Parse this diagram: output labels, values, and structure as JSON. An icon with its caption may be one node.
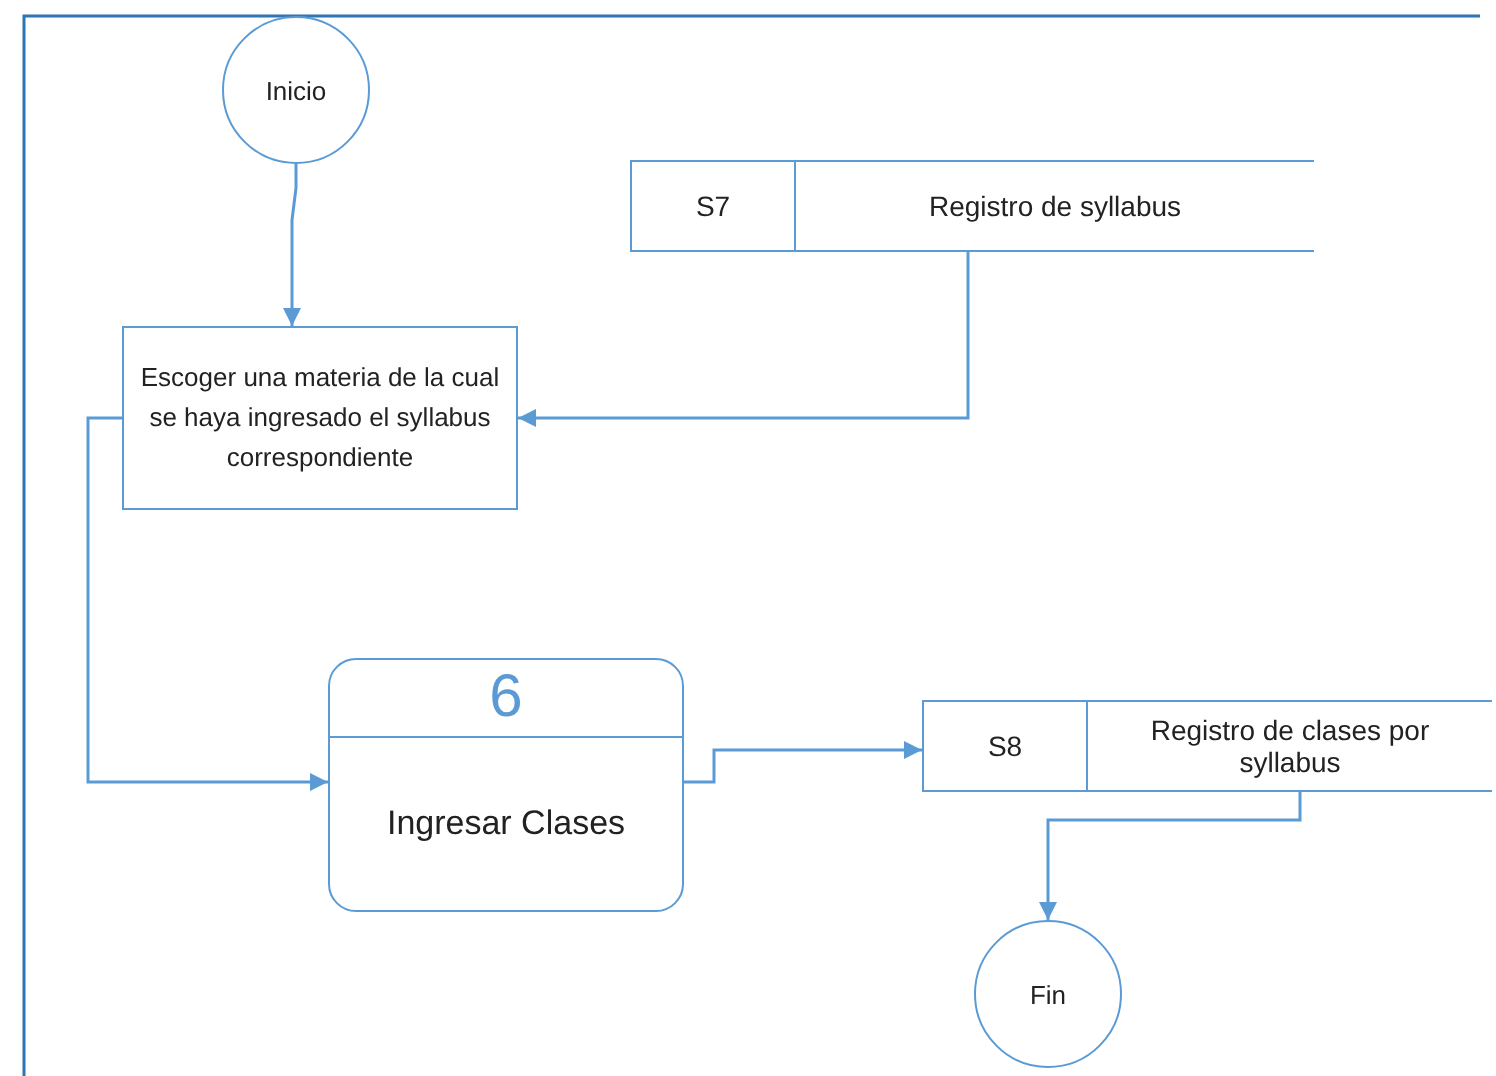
{
  "diagram": {
    "nodes": [
      {
        "text": [
          "Inicio"
        ]
      },
      {
        "text": [
          "S7",
          "Registro de syllabus"
        ]
      },
      {
        "text": [
          "Escoger una materia de la cual se haya ingresado el syllabus correspondiente"
        ]
      },
      {
        "text": [
          "6",
          "Ingresar Clases"
        ]
      },
      {
        "text": [
          "S8",
          "Registro de clases por syllabus"
        ]
      },
      {
        "text": [
          "Fin"
        ]
      }
    ],
    "edges": [
      {
        "from": 0,
        "to": 2,
        "arrow": "to"
      },
      {
        "from": 1,
        "to": 2,
        "arrow": "to"
      },
      {
        "from": 2,
        "to": 3,
        "arrow": "to"
      },
      {
        "from": 3,
        "to": 4,
        "arrow": "to"
      },
      {
        "from": 4,
        "to": 5,
        "arrow": "to"
      }
    ]
  }
}
